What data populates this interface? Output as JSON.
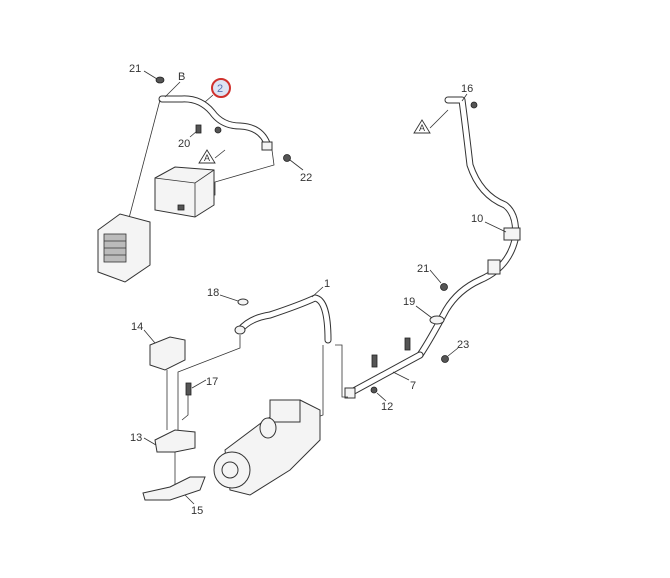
{
  "diagram": {
    "callouts": {
      "c21a": "21",
      "cB": "B",
      "c2": "2",
      "c20": "20",
      "cAa": "A",
      "c22": "22",
      "c16": "16",
      "cAb": "A",
      "c10": "10",
      "c21b": "21",
      "c19": "19",
      "c23": "23",
      "c7": "7",
      "c12": "12",
      "c1": "1",
      "c18": "18",
      "c14": "14",
      "c17": "17",
      "c13": "13",
      "c15": "15"
    },
    "highlight_color": "#d0312d"
  }
}
